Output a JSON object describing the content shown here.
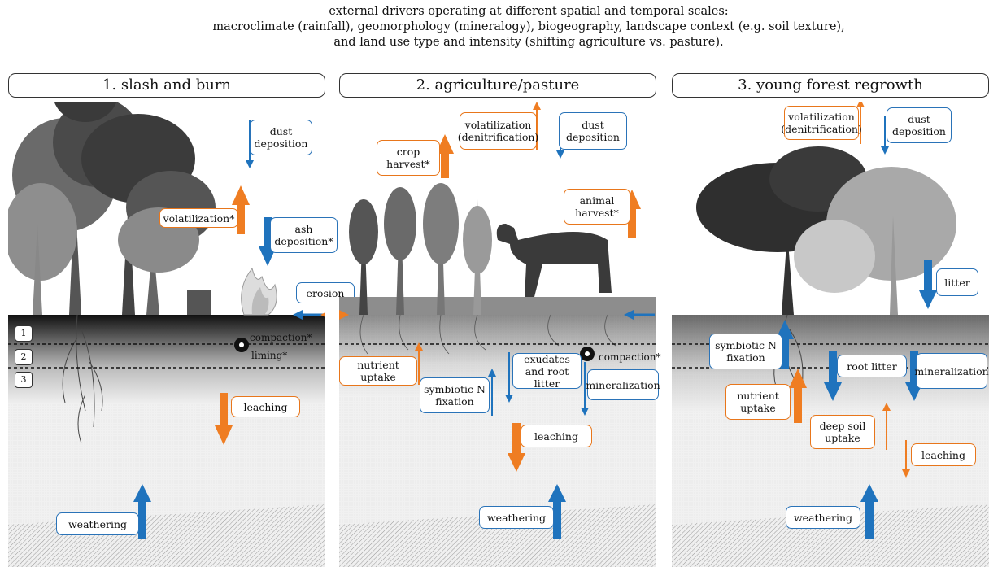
{
  "header": {
    "line1": "external drivers operating at different spatial and temporal scales:",
    "line2": "macroclimate (rainfall), geomorphology (mineralogy), biogeography, landscape context (e.g. soil texture),",
    "line3": "and land use type and intensity (shifting agriculture vs. pasture)."
  },
  "colors": {
    "inputs_blue": "#1f73bd",
    "outputs_orange": "#ef7d22"
  },
  "panel1": {
    "title": "1. slash and burn",
    "layers": [
      "1",
      "2",
      "3"
    ],
    "dust": "dust deposition",
    "volatilization": "volatilization*",
    "ash": "ash deposition*",
    "erosion": "erosion",
    "compaction": "compaction*",
    "liming": "liming*",
    "leaching": "leaching",
    "weathering": "weathering"
  },
  "panel2": {
    "title": "2. agriculture/pasture",
    "volatilization": "volatilization (denitrification)",
    "dust": "dust deposition",
    "crop_harvest": "crop harvest*",
    "animal_harvest": "animal harvest*",
    "nutrient_uptake": "nutrient uptake",
    "symbiotic": "symbiotic N fixation",
    "exudates": "exudates and root litter",
    "compaction": "compaction*",
    "mineralization": "mineralization",
    "leaching": "leaching",
    "weathering": "weathering"
  },
  "panel3": {
    "title": "3. young forest regrowth",
    "volatilization": "volatilization (denitrification)",
    "dust": "dust deposition",
    "litter": "litter",
    "symbiotic": "symbiotic N fixation",
    "root_litter": "root litter",
    "mineralization": "mineralization",
    "nutrient_uptake": "nutrient uptake",
    "deep_soil": "deep soil uptake",
    "leaching": "leaching",
    "weathering": "weathering"
  }
}
